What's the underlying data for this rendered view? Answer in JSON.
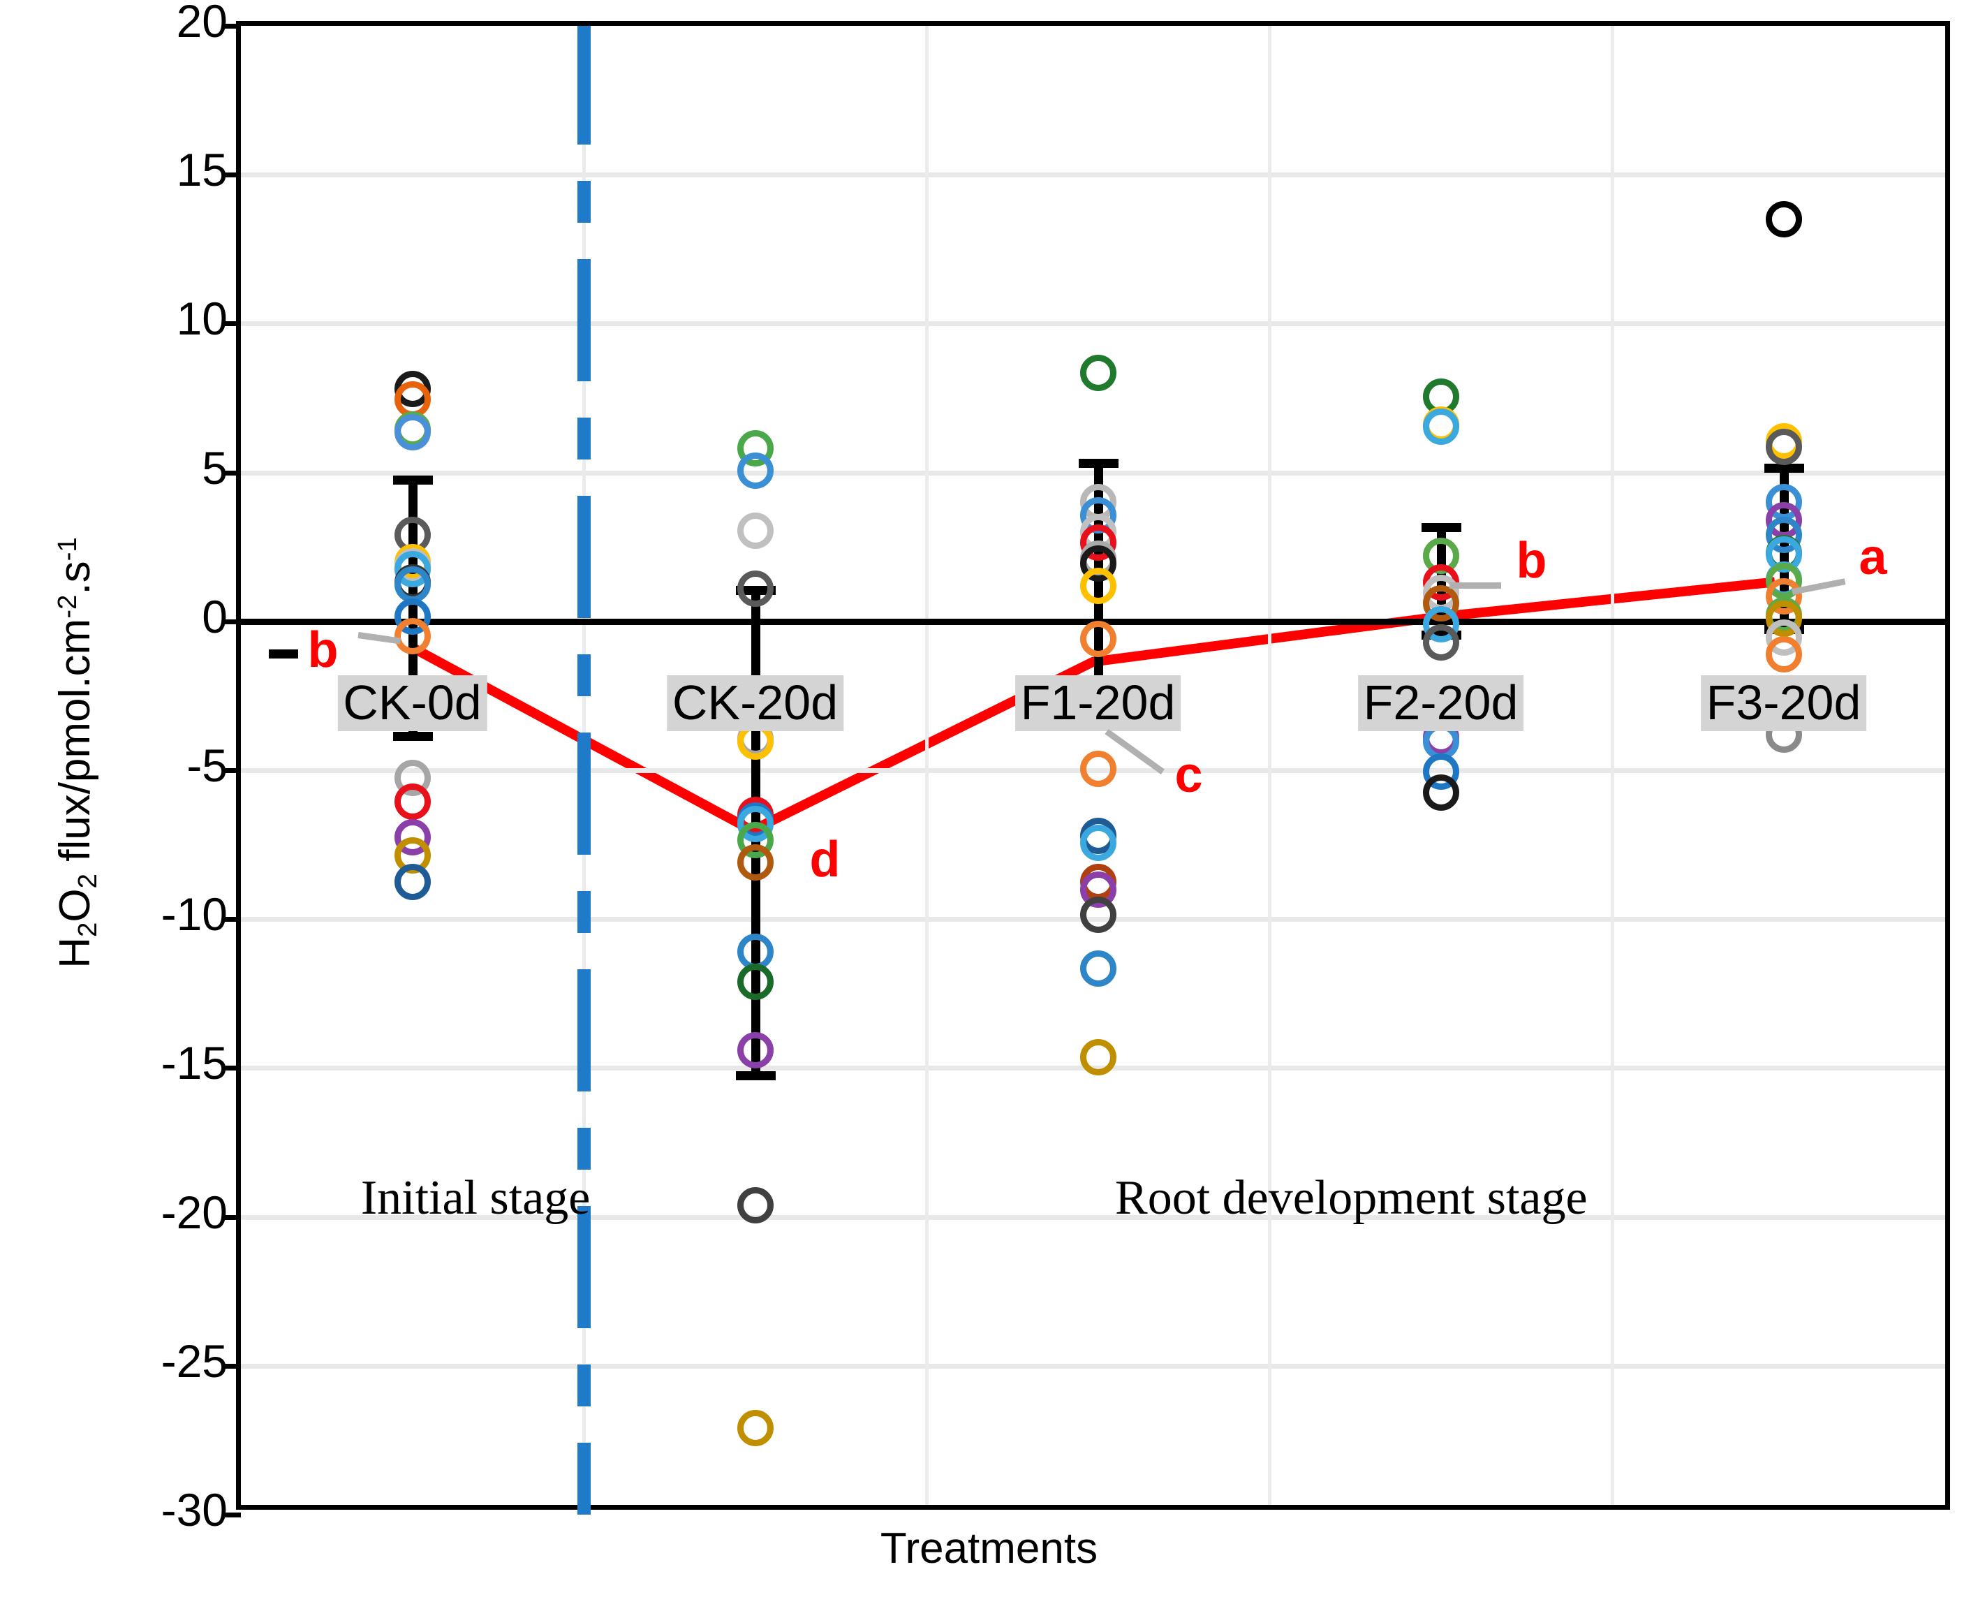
{
  "chart_data": {
    "type": "scatter",
    "title": "",
    "xlabel": "Treatments",
    "ylabel_html": "H<sub>2</sub>O<sub>2</sub> flux/pmol.cm<sup>-2</sup>.s<sup>-1</sup>",
    "ylabel_text": "H2O2 flux/pmol.cm-2.s-1",
    "ylim": [
      -30,
      20
    ],
    "yticks": [
      20,
      15,
      10,
      5,
      0,
      -5,
      -10,
      -15,
      -20,
      -25,
      -30
    ],
    "grid": "horizontal-and-vertical",
    "legend": "none",
    "zero_reference_line": 0,
    "categories": [
      "CK-0d",
      "CK-20d",
      "F1-20d",
      "F2-20d",
      "F3-20d"
    ],
    "series": [
      {
        "name": "CK-0d",
        "mean": -1.0,
        "err_low": -4.0,
        "err_high": 4.9,
        "significance_letter": "b",
        "points": [
          {
            "v": 7.8,
            "color": "#1a1a1a"
          },
          {
            "v": 7.45,
            "color": "#e8620c"
          },
          {
            "v": 6.45,
            "color": "#5aaa4a"
          },
          {
            "v": 6.35,
            "color": "#4a90d9"
          },
          {
            "v": 2.9,
            "color": "#5a5a5a"
          },
          {
            "v": 2.0,
            "color": "#ffc000"
          },
          {
            "v": 1.85,
            "color": "#bfbfbf"
          },
          {
            "v": 1.75,
            "color": "#3ba9e0"
          },
          {
            "v": 1.3,
            "color": "#333333"
          },
          {
            "v": 1.25,
            "color": "#2e86c8"
          },
          {
            "v": 0.15,
            "color": "#1f77c4"
          },
          {
            "v": -0.5,
            "color": "#f08030"
          },
          {
            "v": -5.25,
            "color": "#a6a6a6"
          },
          {
            "v": -6.05,
            "color": "#e8101a"
          },
          {
            "v": -7.25,
            "color": "#8b3fa8"
          },
          {
            "v": -7.85,
            "color": "#bf8f00"
          },
          {
            "v": -8.75,
            "color": "#1f5c96"
          }
        ]
      },
      {
        "name": "CK-20d",
        "mean": -7.2,
        "err_low": -15.4,
        "err_high": 1.2,
        "significance_letter": "d",
        "points": [
          {
            "v": 5.8,
            "color": "#4aa84a"
          },
          {
            "v": 5.05,
            "color": "#3b8fd4"
          },
          {
            "v": 3.05,
            "color": "#c0c0c0"
          },
          {
            "v": 1.1,
            "color": "#5a5a5a"
          },
          {
            "v": -3.95,
            "color": "#a6a6a6"
          },
          {
            "v": -4.05,
            "color": "#ffc000"
          },
          {
            "v": -6.5,
            "color": "#e8101a"
          },
          {
            "v": -6.7,
            "color": "#1f77c4"
          },
          {
            "v": -6.8,
            "color": "#3ba9e0"
          },
          {
            "v": -7.35,
            "color": "#4aa84a"
          },
          {
            "v": -8.1,
            "color": "#b05a10"
          },
          {
            "v": -11.1,
            "color": "#2e86c8"
          },
          {
            "v": -12.1,
            "color": "#1a6b2a"
          },
          {
            "v": -14.4,
            "color": "#8b3fa8"
          },
          {
            "v": -19.6,
            "color": "#404040"
          },
          {
            "v": -27.1,
            "color": "#bf8f00"
          }
        ]
      },
      {
        "name": "F1-20d",
        "mean": 1.9,
        "err_low": -3.6,
        "err_high": 5.45,
        "significance_letter": "c",
        "points": [
          {
            "v": 8.35,
            "color": "#1f7a2e"
          },
          {
            "v": 4.0,
            "color": "#b8b8b8"
          },
          {
            "v": 3.55,
            "color": "#3b8fd4"
          },
          {
            "v": 3.0,
            "color": "#c0c0c0"
          },
          {
            "v": 2.65,
            "color": "#e8101a"
          },
          {
            "v": 2.1,
            "color": "#aaaaaa"
          },
          {
            "v": 1.95,
            "color": "#1a1a1a"
          },
          {
            "v": 1.2,
            "color": "#ffc000"
          },
          {
            "v": -0.6,
            "color": "#f08030"
          },
          {
            "v": -4.95,
            "color": "#f08030"
          },
          {
            "v": -7.2,
            "color": "#1f5c96"
          },
          {
            "v": -7.45,
            "color": "#3ba9e0"
          },
          {
            "v": -8.75,
            "color": "#b04010"
          },
          {
            "v": -9.0,
            "color": "#8b3fa8"
          },
          {
            "v": -9.85,
            "color": "#404040"
          },
          {
            "v": -11.65,
            "color": "#2e86c8"
          },
          {
            "v": -14.65,
            "color": "#bf8f00"
          }
        ]
      },
      {
        "name": "F2-20d",
        "mean": 0.0,
        "err_low": -0.6,
        "err_high": 3.3,
        "significance_letter": "b",
        "points": [
          {
            "v": 7.55,
            "color": "#1f7a2e"
          },
          {
            "v": 6.6,
            "color": "#ffc000"
          },
          {
            "v": 6.55,
            "color": "#3ba9e0"
          },
          {
            "v": 2.2,
            "color": "#5aaa4a"
          },
          {
            "v": 1.3,
            "color": "#e8101a"
          },
          {
            "v": 0.95,
            "color": "#bfbfbf"
          },
          {
            "v": 0.6,
            "color": "#b05a10"
          },
          {
            "v": -0.1,
            "color": "#3ba9e0"
          },
          {
            "v": -0.7,
            "color": "#5a5a5a"
          },
          {
            "v": -3.95,
            "color": "#f08030"
          },
          {
            "v": -3.9,
            "color": "#8b3fa8"
          },
          {
            "v": -4.05,
            "color": "#3b8fd4"
          },
          {
            "v": -5.05,
            "color": "#1f77c4"
          },
          {
            "v": -5.75,
            "color": "#1a1a1a"
          }
        ]
      },
      {
        "name": "F3-20d",
        "mean": 1.2,
        "err_low": -0.4,
        "err_high": 5.3,
        "significance_letter": "a",
        "points": [
          {
            "v": 13.5,
            "color": "#000000"
          },
          {
            "v": 6.05,
            "color": "#ffc000"
          },
          {
            "v": 5.85,
            "color": "#5a5a5a"
          },
          {
            "v": 4.0,
            "color": "#3b8fd4"
          },
          {
            "v": 3.4,
            "color": "#8b3fa8"
          },
          {
            "v": 2.9,
            "color": "#2e86c8"
          },
          {
            "v": 2.3,
            "color": "#1f7a2e"
          },
          {
            "v": 2.25,
            "color": "#3ba9e0"
          },
          {
            "v": 1.4,
            "color": "#3ba9e0"
          },
          {
            "v": 1.35,
            "color": "#5aaa4a"
          },
          {
            "v": 0.85,
            "color": "#f08030"
          },
          {
            "v": 0.2,
            "color": "#5aaa4a"
          },
          {
            "v": 0.1,
            "color": "#bf8f00"
          },
          {
            "v": -0.55,
            "color": "#bfbfbf"
          },
          {
            "v": -1.1,
            "color": "#f08030"
          },
          {
            "v": -3.8,
            "color": "#8a8a8a"
          }
        ]
      }
    ],
    "trend_line": {
      "color": "#ff0000",
      "values": [
        -1.0,
        -7.2,
        -1.5,
        0.0,
        1.2
      ],
      "note": "red connecting line through treatment means"
    },
    "annotations": [
      {
        "text": "Initial stage",
        "x_value": 0.35,
        "y_value": -19.6
      },
      {
        "text": "Root development stage",
        "x_value": 2.55,
        "y_value": -19.6
      }
    ],
    "separator": {
      "style": "dash-dot",
      "color": "#1f7ac9",
      "between": [
        "CK-0d",
        "CK-20d"
      ]
    }
  },
  "axis": {
    "y_tick_labels": [
      "20",
      "15",
      "10",
      "5",
      "0",
      "-5",
      "-10",
      "-15",
      "-20",
      "-25",
      "-30"
    ],
    "x_title": "Treatments"
  },
  "category_labels": [
    "CK-0d",
    "CK-20d",
    "F1-20d",
    "F2-20d",
    "F3-20d"
  ],
  "significance_letters": [
    "b",
    "d",
    "c",
    "b",
    "a"
  ],
  "stage_labels": [
    "Initial stage",
    "Root development stage"
  ]
}
